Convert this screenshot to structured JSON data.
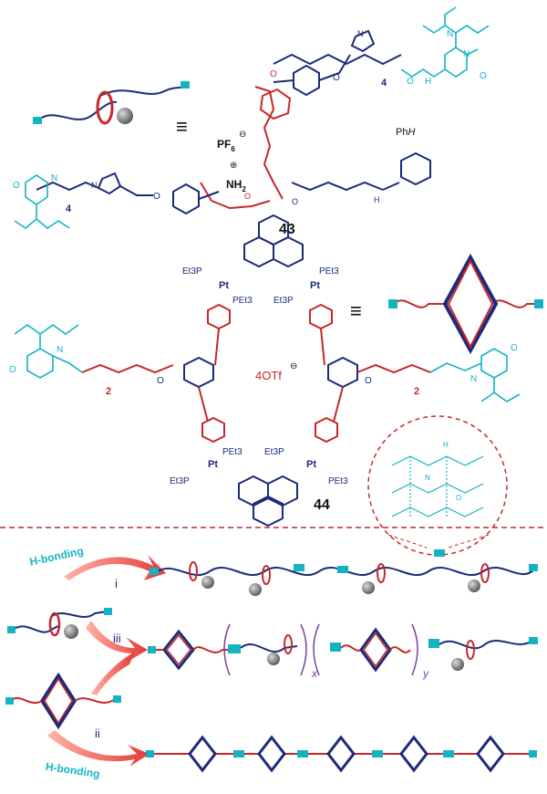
{
  "compounds": {
    "c43": {
      "number": "43",
      "counterion": "PF",
      "counterion_sub": "6",
      "counterion_charge": "⊖",
      "ammonium": "NH",
      "ammonium_sub": "2",
      "ammonium_charge": "⊕",
      "stopper": "PhH",
      "stopper_italic": "H",
      "spacer": "4"
    },
    "c44": {
      "number": "44",
      "counterion": "4OTf",
      "counterion_charge": "⊖",
      "spacer": "2",
      "pt_label": "Pt",
      "pet3": "PEt3",
      "et3p": "Et3P"
    }
  },
  "atoms": {
    "N": "N",
    "H": "H",
    "O": "O",
    "NH": "NH"
  },
  "routes": {
    "i": "i",
    "ii": "ii",
    "iii": "iii",
    "hbond_top": "H-bonding",
    "hbond_bottom": "H-bonding"
  },
  "brackets": {
    "x": "x",
    "y": "y"
  },
  "colors": {
    "navy": "#1c2a7a",
    "cyan": "#12b4c4",
    "red": "#c62828",
    "arrow": "#e53935"
  }
}
